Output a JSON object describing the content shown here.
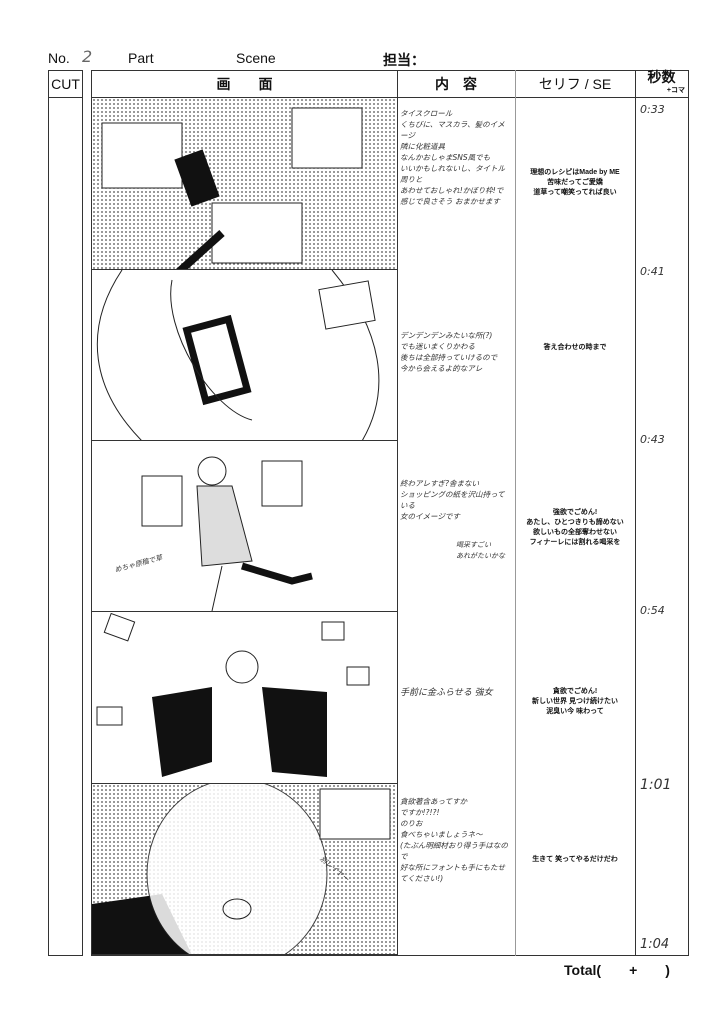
{
  "header": {
    "no_label": "No.",
    "no_value": "2",
    "part_label": "Part",
    "scene_label": "Scene",
    "staff_label": "担当："
  },
  "columns": {
    "cut": "CUT",
    "screen": "画　　面",
    "content": "内　容",
    "serif": "セリフ / SE",
    "time": "秒数",
    "time_sub": "+コマ"
  },
  "cuts": [
    {
      "note": "タイスクロール\nくちびに、マスカラ、髪のイメージ\n隣に化粧道具\nなんかおしゃまSNS風でも\nいいかもしれないし、タイトル周りと\nあわせておしゃれ!かぼり枠!で\n感じで良さそう おまかせます",
      "serif": "理想のレシピはMade by ME\n苦味だってご愛嬌\n道草って嘲笑ってれば良い",
      "time": "0:33"
    },
    {
      "note": "デンデンデンみたいな所(?)\nでも迷いまくりかわる\n後ちは全部持っていけるので\n今から会えるよ的なアレ",
      "serif": "答え合わせの時まで",
      "time": "0:41"
    },
    {
      "note": "終わアレすぎ?舎まない\nショッピングの紙を沢山持っている\n女のイメージです",
      "serif": "強欲でごめん!\nあたし、ひとつきりも諦めない\n欲しいもの全部奪わせない\nフィナーレには割れる喝采を",
      "time": "0:43"
    },
    {
      "note": "手前に金ふらせる 強女",
      "serif": "貪欲でごめん!\n新しい世界 見つけ続けたい\n泥臭い今 味わって",
      "time": "0:54"
    },
    {
      "note": "貪欲著含あってすか\nですか!?!?!\nのりお\n食べちゃいましょうネ〜\n(たぶん明細材おり得う手はなので\n好な所にフォントも手にもたせてください!)",
      "serif": "生きて 笑ってやるだけだわ",
      "time": "1:01"
    }
  ],
  "end_time": "1:04",
  "panel_notes": {
    "p2_side": "めちゃ原稿で草",
    "p5_side": "別レイヤー",
    "p3_bubble": "喝采すごい\nあれがたいかな"
  },
  "footer": {
    "total": "Total(　　+　　)"
  }
}
